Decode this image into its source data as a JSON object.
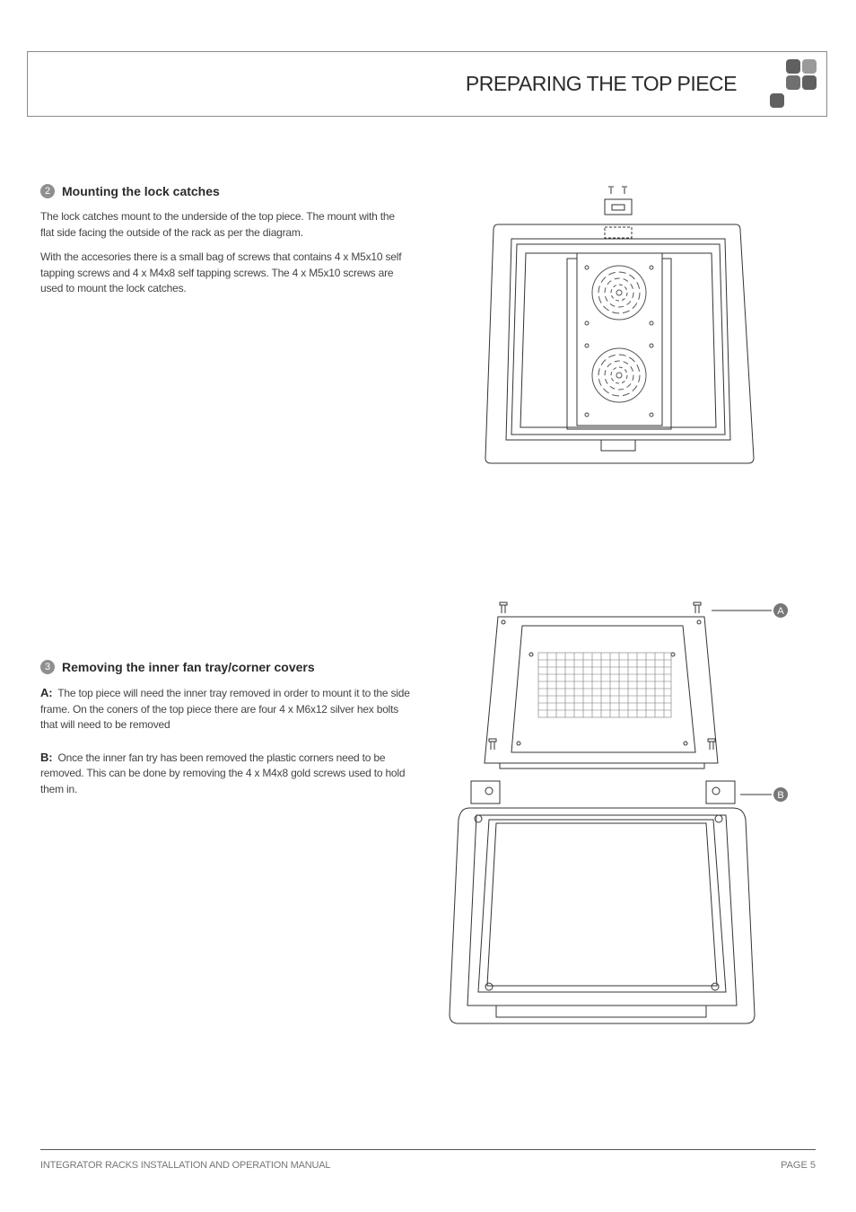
{
  "header": {
    "title": "PREPARING THE TOP PIECE",
    "logo_colors": [
      "#606060",
      "#9a9a9a",
      "#707070",
      "#606060",
      "#606060"
    ]
  },
  "section2": {
    "number": "2",
    "title": "Mounting the lock catches",
    "paragraphs": [
      "The lock catches mount to the underside of the top piece. The mount with the flat side facing the outside of the rack as per the diagram.",
      "With the accesories there is a small bag of screws that contains 4 x M5x10 self tapping screws and 4 x M4x8 self tapping screws. The 4 x M5x10 screws are used to mount the lock catches."
    ]
  },
  "section3": {
    "number": "3",
    "title": "Removing the inner fan tray/corner covers",
    "item_a_label": "A:",
    "item_a_text": "The top piece will need the inner tray removed in order to mount it to the side frame. On the coners of the top piece there are four 4 x M6x12 silver hex bolts that will need to be removed",
    "item_b_label": "B:",
    "item_b_text": "Once the inner fan try has been removed the plastic corners need to be removed. This can be done by removing the 4 x M4x8 gold screws used to hold them in."
  },
  "callouts": {
    "a": "A",
    "b": "B"
  },
  "footer": {
    "left": "INTEGRATOR RACKS INSTALLATION AND OPERATION MANUAL",
    "right": "PAGE 5"
  }
}
